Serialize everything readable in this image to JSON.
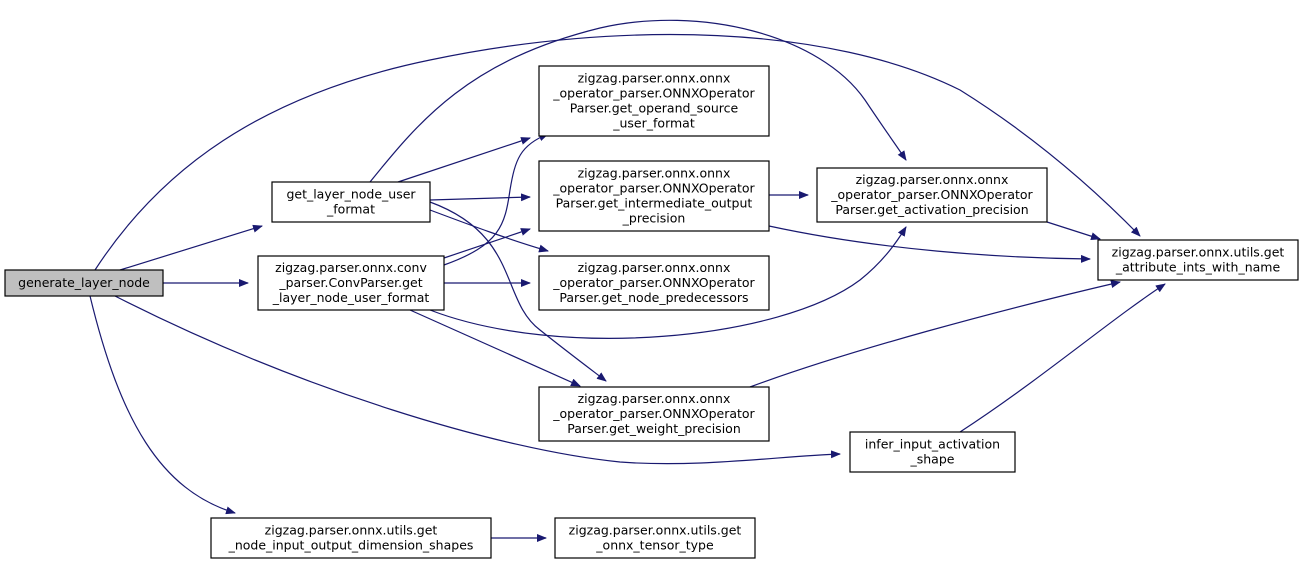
{
  "graph": {
    "colors": {
      "edge": "#191970",
      "root_fill": "#bfbfbf",
      "node_fill": "#ffffff",
      "border": "#000000"
    },
    "nodes": [
      {
        "id": "generate_layer_node",
        "lines": [
          "generate_layer_node"
        ],
        "root": true
      },
      {
        "id": "get_layer_node_user_format",
        "lines": [
          "get_layer_node_user",
          "_format"
        ]
      },
      {
        "id": "conv_get_layer_node_user_format",
        "lines": [
          "zigzag.parser.onnx.conv",
          "_parser.ConvParser.get",
          "_layer_node_user_format"
        ]
      },
      {
        "id": "get_node_input_output_dimension_shapes",
        "lines": [
          "zigzag.parser.onnx.utils.get",
          "_node_input_output_dimension_shapes"
        ]
      },
      {
        "id": "get_operand_source_user_format",
        "lines": [
          "zigzag.parser.onnx.onnx",
          "_operator_parser.ONNXOperator",
          "Parser.get_operand_source",
          "_user_format"
        ]
      },
      {
        "id": "get_intermediate_output_precision",
        "lines": [
          "zigzag.parser.onnx.onnx",
          "_operator_parser.ONNXOperator",
          "Parser.get_intermediate_output",
          "_precision"
        ]
      },
      {
        "id": "get_node_predecessors",
        "lines": [
          "zigzag.parser.onnx.onnx",
          "_operator_parser.ONNXOperator",
          "Parser.get_node_predecessors"
        ]
      },
      {
        "id": "get_weight_precision",
        "lines": [
          "zigzag.parser.onnx.onnx",
          "_operator_parser.ONNXOperator",
          "Parser.get_weight_precision"
        ]
      },
      {
        "id": "get_onnx_tensor_type",
        "lines": [
          "zigzag.parser.onnx.utils.get",
          "_onnx_tensor_type"
        ]
      },
      {
        "id": "get_activation_precision",
        "lines": [
          "zigzag.parser.onnx.onnx",
          "_operator_parser.ONNXOperator",
          "Parser.get_activation_precision"
        ]
      },
      {
        "id": "infer_input_activation_shape",
        "lines": [
          "infer_input_activation",
          "_shape"
        ]
      },
      {
        "id": "get_attribute_ints_with_name",
        "lines": [
          "zigzag.parser.onnx.utils.get",
          "_attribute_ints_with_name"
        ]
      }
    ],
    "edges": [
      {
        "from": "generate_layer_node",
        "to": "get_layer_node_user_format"
      },
      {
        "from": "generate_layer_node",
        "to": "conv_get_layer_node_user_format"
      },
      {
        "from": "generate_layer_node",
        "to": "get_node_input_output_dimension_shapes"
      },
      {
        "from": "generate_layer_node",
        "to": "infer_input_activation_shape"
      },
      {
        "from": "generate_layer_node",
        "to": "get_attribute_ints_with_name"
      },
      {
        "from": "get_layer_node_user_format",
        "to": "get_operand_source_user_format"
      },
      {
        "from": "get_layer_node_user_format",
        "to": "get_intermediate_output_precision"
      },
      {
        "from": "get_layer_node_user_format",
        "to": "get_node_predecessors"
      },
      {
        "from": "get_layer_node_user_format",
        "to": "get_weight_precision"
      },
      {
        "from": "get_layer_node_user_format",
        "to": "get_activation_precision"
      },
      {
        "from": "conv_get_layer_node_user_format",
        "to": "get_operand_source_user_format"
      },
      {
        "from": "conv_get_layer_node_user_format",
        "to": "get_intermediate_output_precision"
      },
      {
        "from": "conv_get_layer_node_user_format",
        "to": "get_node_predecessors"
      },
      {
        "from": "conv_get_layer_node_user_format",
        "to": "get_weight_precision"
      },
      {
        "from": "conv_get_layer_node_user_format",
        "to": "get_activation_precision"
      },
      {
        "from": "get_node_input_output_dimension_shapes",
        "to": "get_onnx_tensor_type"
      },
      {
        "from": "get_intermediate_output_precision",
        "to": "get_activation_precision"
      },
      {
        "from": "get_intermediate_output_precision",
        "to": "get_attribute_ints_with_name"
      },
      {
        "from": "get_weight_precision",
        "to": "get_attribute_ints_with_name"
      },
      {
        "from": "get_activation_precision",
        "to": "get_attribute_ints_with_name"
      },
      {
        "from": "infer_input_activation_shape",
        "to": "get_attribute_ints_with_name"
      }
    ]
  }
}
